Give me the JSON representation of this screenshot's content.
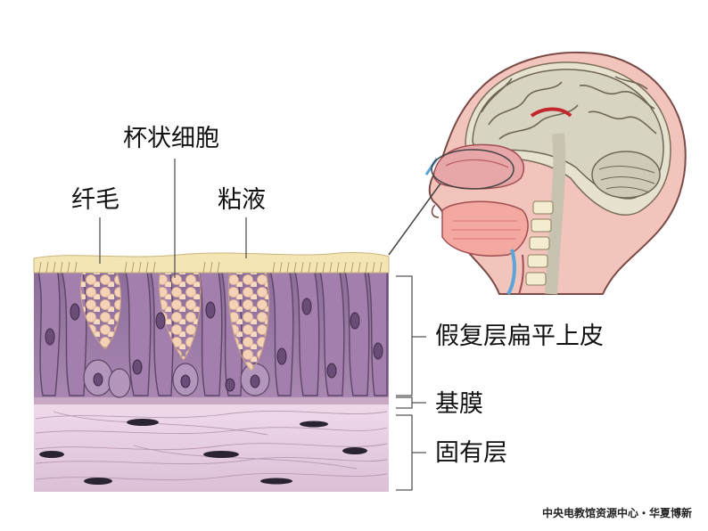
{
  "labels": {
    "goblet_cell": "杯状细胞",
    "cilia": "纤毛",
    "mucus": "粘液",
    "epithelium": "假复层扁平上皮",
    "basement_membrane": "基膜",
    "lamina_propria": "固有层"
  },
  "credit": "中央电教馆资源中心・华夏博新",
  "colors": {
    "mucus": "#f4e6b4",
    "cell": "#9a78a6",
    "cell_dark": "#5f4568",
    "connective": "#e6cde0",
    "skin": "#f2c4bc",
    "brain": "#d8d4c4"
  }
}
